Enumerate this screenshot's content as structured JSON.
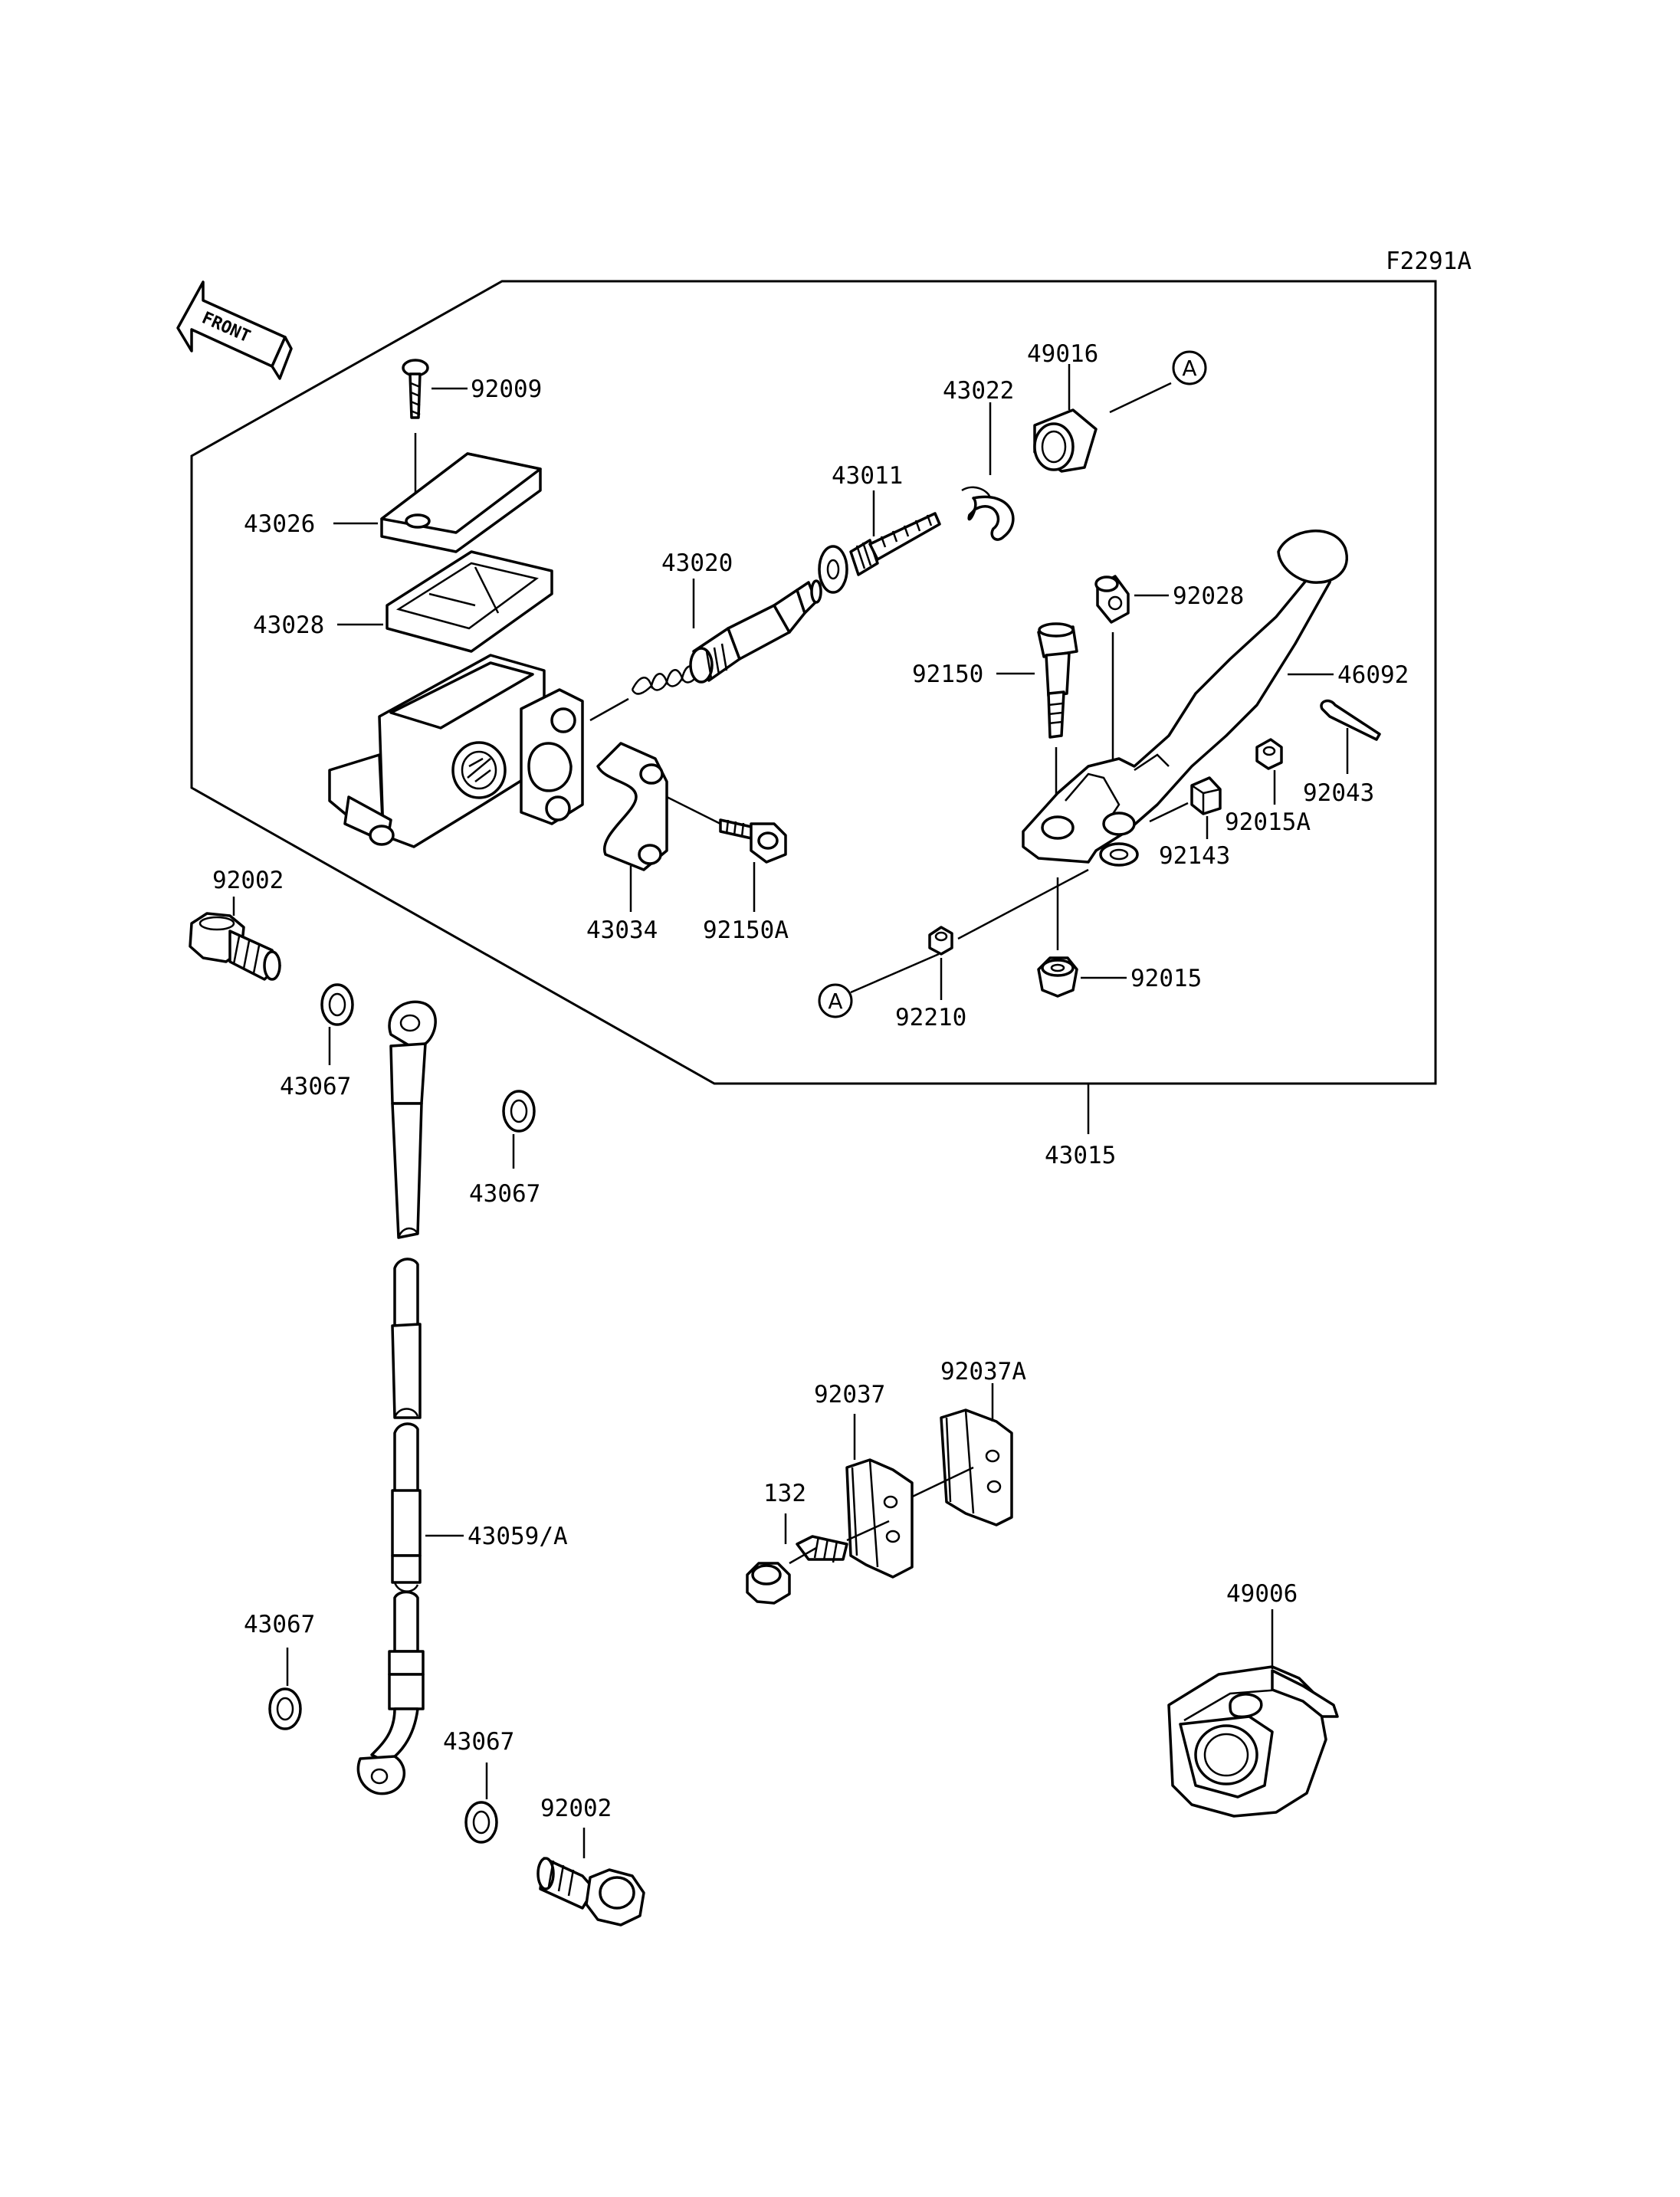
{
  "figure_code": "F2291A",
  "front_label": "FRONT",
  "reference_marker": "A",
  "parts": {
    "92009": "92009",
    "43026": "43026",
    "43028": "43028",
    "43020": "43020",
    "43011": "43011",
    "43022": "43022",
    "49016": "49016",
    "92028": "92028",
    "92150": "92150",
    "46092": "46092",
    "92043": "92043",
    "92015A": "92015A",
    "92143": "92143",
    "43034": "43034",
    "92150A": "92150A",
    "92210": "92210",
    "92015": "92015",
    "43015": "43015",
    "92002_top": "92002",
    "43067_a": "43067",
    "43067_b": "43067",
    "43059A": "43059/A",
    "43067_c": "43067",
    "43067_d": "43067",
    "92002_bottom": "92002",
    "92037A": "92037A",
    "92037": "92037",
    "132": "132",
    "49006": "49006"
  }
}
